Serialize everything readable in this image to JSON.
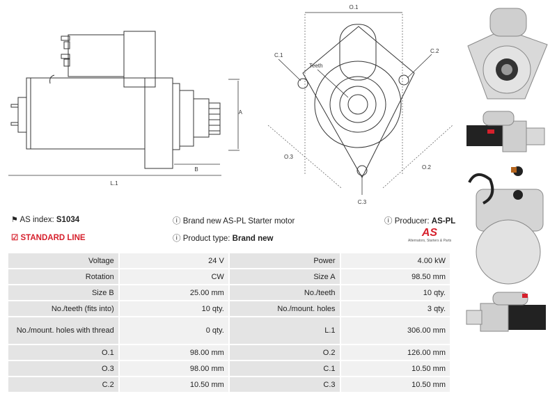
{
  "diagrams": {
    "side": {
      "A": "A",
      "B": "B",
      "L1": "L.1"
    },
    "front": {
      "O1": "O.1",
      "O2": "O.2",
      "O3": "O.3",
      "C1": "C.1",
      "C2": "C.2",
      "C3": "C.3",
      "teeth": "Teeth"
    }
  },
  "info": {
    "as_index_label": "AS index:",
    "as_index_value": "S1034",
    "standard_line": "STANDARD LINE",
    "description": "Brand new AS-PL Starter motor",
    "product_type_label": "Product type:",
    "product_type_value": "Brand new",
    "producer_label": "Producer:",
    "producer_value": "AS-PL",
    "logo_text": "AS",
    "logo_tagline": "Alternators, Starters & Parts"
  },
  "specs": [
    {
      "l1": "Voltage",
      "v1": "24 V",
      "l2": "Power",
      "v2": "4.00 kW"
    },
    {
      "l1": "Rotation",
      "v1": "CW",
      "l2": "Size A",
      "v2": "98.50 mm"
    },
    {
      "l1": "Size B",
      "v1": "25.00 mm",
      "l2": "No./teeth",
      "v2": "10 qty."
    },
    {
      "l1": "No./teeth (fits into)",
      "v1": "10 qty.",
      "l2": "No./mount. holes",
      "v2": "3 qty."
    },
    {
      "l1": "No./mount. holes with thread",
      "v1": "0 qty.",
      "l2": "L.1",
      "v2": "306.00 mm"
    },
    {
      "l1": "O.1",
      "v1": "98.00 mm",
      "l2": "O.2",
      "v2": "126.00 mm"
    },
    {
      "l1": "O.3",
      "v1": "98.00 mm",
      "l2": "C.1",
      "v2": "10.50 mm"
    },
    {
      "l1": "C.2",
      "v1": "10.50 mm",
      "l2": "C.3",
      "v2": "10.50 mm"
    }
  ],
  "colors": {
    "accent": "#d6202c",
    "label_cell": "#e4e4e4",
    "value_cell": "#f1f1f1"
  }
}
